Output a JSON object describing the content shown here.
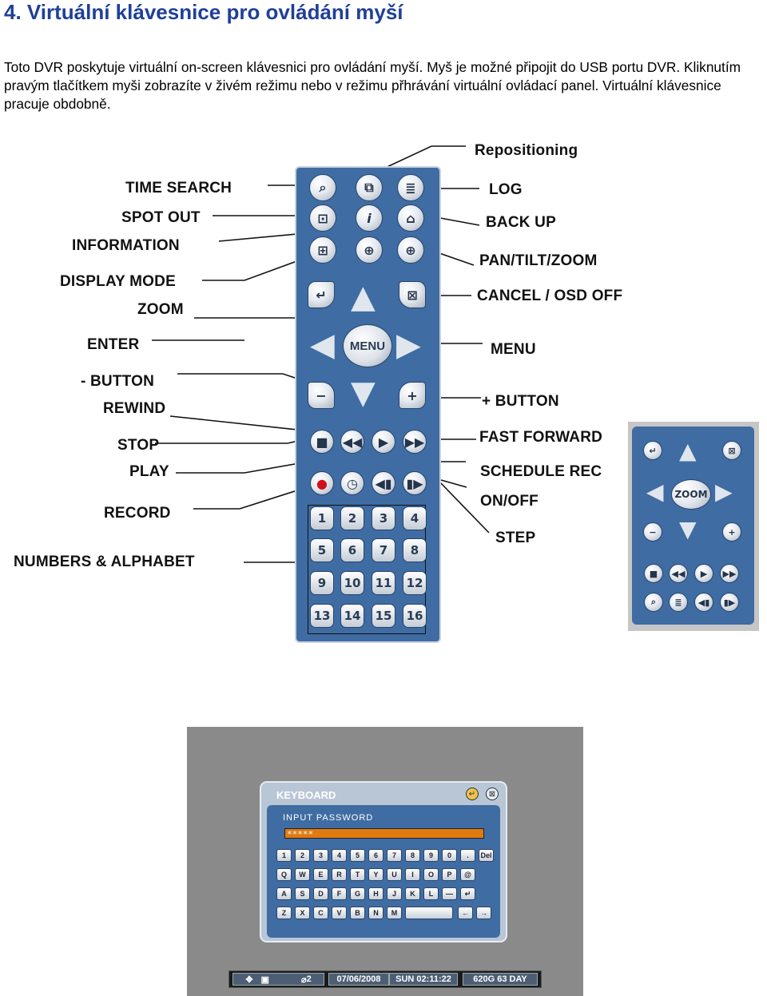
{
  "heading": "4. Virtuální klávesnice pro ovládání myší",
  "paragraph": "Toto DVR poskytuje virtuální on-screen klávesnici pro ovládání myší. Myš je možné připojit do USB portu DVR. Kliknutím pravým tlačítkem myši zobrazíte v živém režimu nebo v režimu přhrávání virtuální ovládací panel. Virtuální klávesnice pracuje obdobně.",
  "labels": {
    "repositioning": "Repositioning",
    "time_search": "TIME SEARCH",
    "log": "LOG",
    "spot_out": "SPOT OUT",
    "back_up": "BACK UP",
    "information": "INFORMATION",
    "pan_tilt_zoom": "PAN/TILT/ZOOM",
    "display_mode": "DISPLAY MODE",
    "cancel_osd_off": "CANCEL / OSD OFF",
    "zoom": "ZOOM",
    "enter": "ENTER",
    "menu": "MENU",
    "minus_button": "- BUTTON",
    "plus_button": "+ BUTTON",
    "rewind": "REWIND",
    "stop": "STOP",
    "fast_forward": "FAST FORWARD",
    "play": "PLAY",
    "schedule_rec": "SCHEDULE  REC",
    "on_off": "ON/OFF",
    "record": "RECORD",
    "step": "STEP",
    "numbers_alphabet": "NUMBERS & ALPHABET"
  },
  "remote": {
    "menu_button": "MENU",
    "numbers": [
      "1",
      "2",
      "3",
      "4",
      "5",
      "6",
      "7",
      "8",
      "9",
      "10",
      "11",
      "12",
      "13",
      "14",
      "15",
      "16"
    ]
  },
  "small_remote": {
    "zoom_button": "ZOOM"
  },
  "keyboard": {
    "title": "KEYBOARD",
    "prompt": "INPUT PASSWORD",
    "field_value": "*****",
    "row1": [
      "1",
      "2",
      "3",
      "4",
      "5",
      "6",
      "7",
      "8",
      "9",
      "0",
      ".",
      "Del"
    ],
    "row2": [
      "Q",
      "W",
      "E",
      "R",
      "T",
      "Y",
      "U",
      "I",
      "O",
      "P",
      "@"
    ],
    "row3": [
      "A",
      "S",
      "D",
      "F",
      "G",
      "H",
      "J",
      "K",
      "L",
      "—",
      "↵"
    ],
    "row4": [
      "Z",
      "X",
      "C",
      "V",
      "B",
      "N",
      "M",
      "",
      "←",
      "→"
    ],
    "status": {
      "channel": "2",
      "date": "07/06/2008",
      "day_time": "SUN  02:11:22",
      "storage": "620G   63 DAY"
    }
  }
}
